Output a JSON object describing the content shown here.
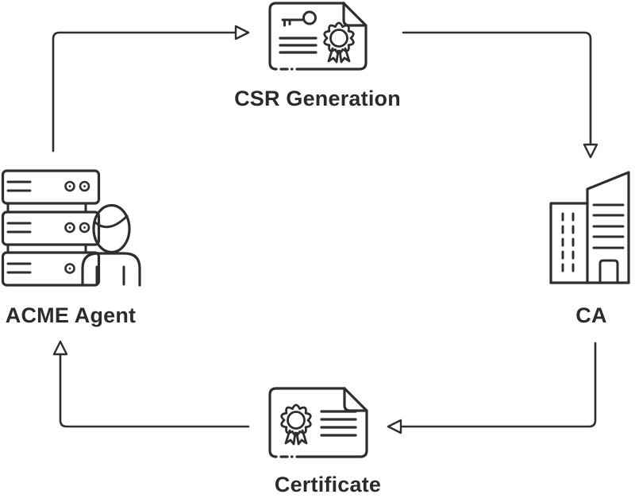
{
  "page": {
    "background": "#ffffff"
  },
  "diagram": {
    "type": "flow-cycle",
    "colors": {
      "stroke": "#2e2e2e",
      "text": "#2b2b2b",
      "background": "#ffffff"
    },
    "nodes": [
      {
        "id": "csr",
        "label": "CSR Generation",
        "icon": "certificate-with-key-icon",
        "position": "top"
      },
      {
        "id": "ca",
        "label": "CA",
        "icon": "office-buildings-icon",
        "position": "right"
      },
      {
        "id": "certificate",
        "label": "Certificate",
        "icon": "certificate-with-ribbon-icon",
        "position": "bottom"
      },
      {
        "id": "agent",
        "label": "ACME Agent",
        "icon": "server-stack-with-user-icon",
        "position": "left"
      }
    ],
    "edges": [
      {
        "from": "agent",
        "to": "csr"
      },
      {
        "from": "csr",
        "to": "ca"
      },
      {
        "from": "ca",
        "to": "certificate"
      },
      {
        "from": "certificate",
        "to": "agent"
      }
    ]
  }
}
